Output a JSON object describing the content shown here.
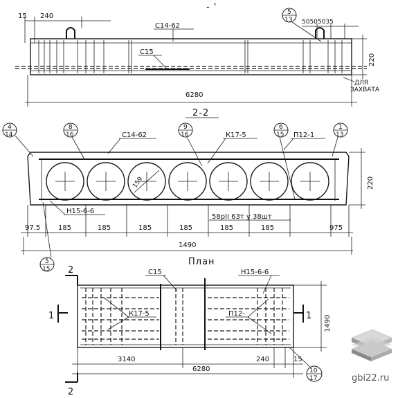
{
  "elevation": {
    "title_mark": "- '",
    "dim_left_15": "15",
    "dim_240": "240",
    "rebar_top": "С14-62",
    "rebar_mid": "С15",
    "dim_length": "6280",
    "dim_height": "220",
    "right_spacing": "50505035",
    "bubble_5_13": {
      "top": "5",
      "bottom": "13"
    },
    "note_line1": "ДЛЯ",
    "note_line2": "ЗАХВАТА"
  },
  "section": {
    "title": "2-2",
    "rebar_top": "С14-62",
    "rebar_k": "К17-5",
    "rebar_p": "П12-1",
    "rebar_n": "Н15-6-6",
    "note_bottom": "58рII 63т у 38шт",
    "hole_dia": "159",
    "dim_height": "220",
    "dim_total": "1490",
    "spacings": [
      "97.5",
      "185",
      "185",
      "185",
      "185",
      "185",
      "185",
      "975"
    ],
    "bubbles": [
      {
        "top": "4",
        "bottom": "14"
      },
      {
        "top": "8",
        "bottom": "16"
      },
      {
        "top": "9",
        "bottom": "16"
      },
      {
        "top": "6",
        "bottom": "15"
      },
      {
        "top": "1",
        "bottom": "13"
      },
      {
        "top": "5",
        "bottom": "15"
      }
    ]
  },
  "plan": {
    "title": "План",
    "rebar_c": "С15",
    "rebar_n": "Н15-6-6",
    "rebar_k": "К17-5",
    "rebar_p": "П12-",
    "dim_3140": "3140",
    "dim_6280": "6280",
    "dim_240": "240",
    "dim_15": "15",
    "dim_1490": "1490",
    "cut_label_2": "2",
    "cut_label_1": "1",
    "bubble_10_17": {
      "top": "10",
      "bottom": "17"
    }
  },
  "watermark": {
    "text": "gbi22.ru"
  }
}
